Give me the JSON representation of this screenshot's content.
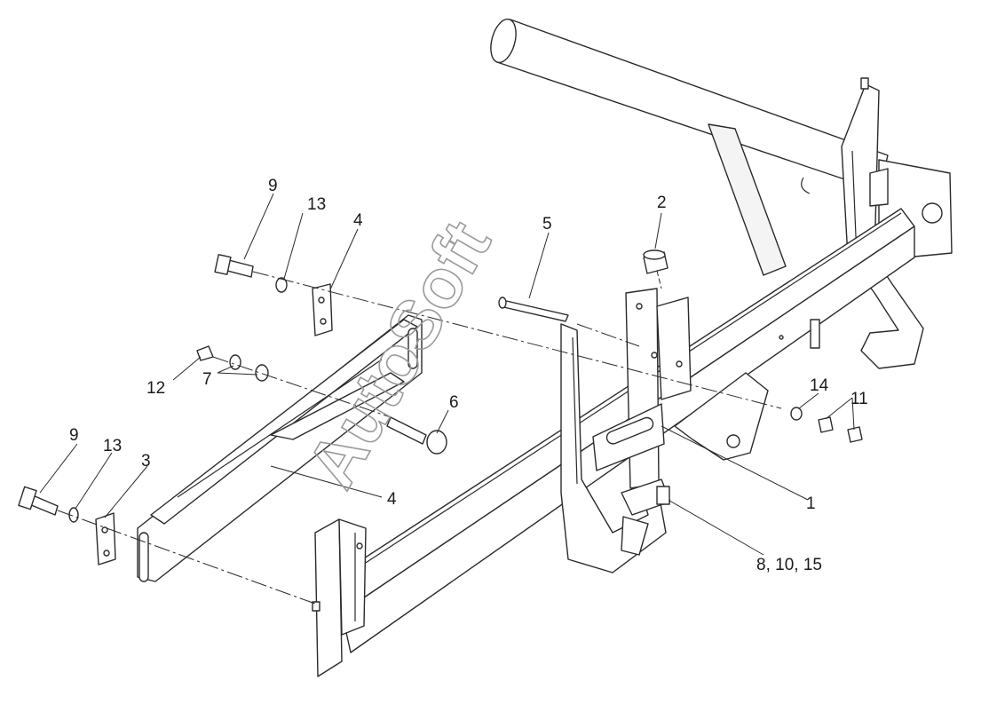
{
  "diagram": {
    "watermark": "AutoSoft",
    "callouts": [
      {
        "id": "c-9-top",
        "text": "9"
      },
      {
        "id": "c-13-top",
        "text": "13"
      },
      {
        "id": "c-4-top",
        "text": "4"
      },
      {
        "id": "c-5",
        "text": "5"
      },
      {
        "id": "c-2",
        "text": "2"
      },
      {
        "id": "c-12",
        "text": "12"
      },
      {
        "id": "c-7",
        "text": "7"
      },
      {
        "id": "c-6",
        "text": "6"
      },
      {
        "id": "c-14",
        "text": "14"
      },
      {
        "id": "c-11",
        "text": "11"
      },
      {
        "id": "c-9-left",
        "text": "9"
      },
      {
        "id": "c-13-left",
        "text": "13"
      },
      {
        "id": "c-3",
        "text": "3"
      },
      {
        "id": "c-4-mid",
        "text": "4"
      },
      {
        "id": "c-1",
        "text": "1"
      },
      {
        "id": "c-8-10-15",
        "text": "8, 10, 15"
      }
    ]
  }
}
